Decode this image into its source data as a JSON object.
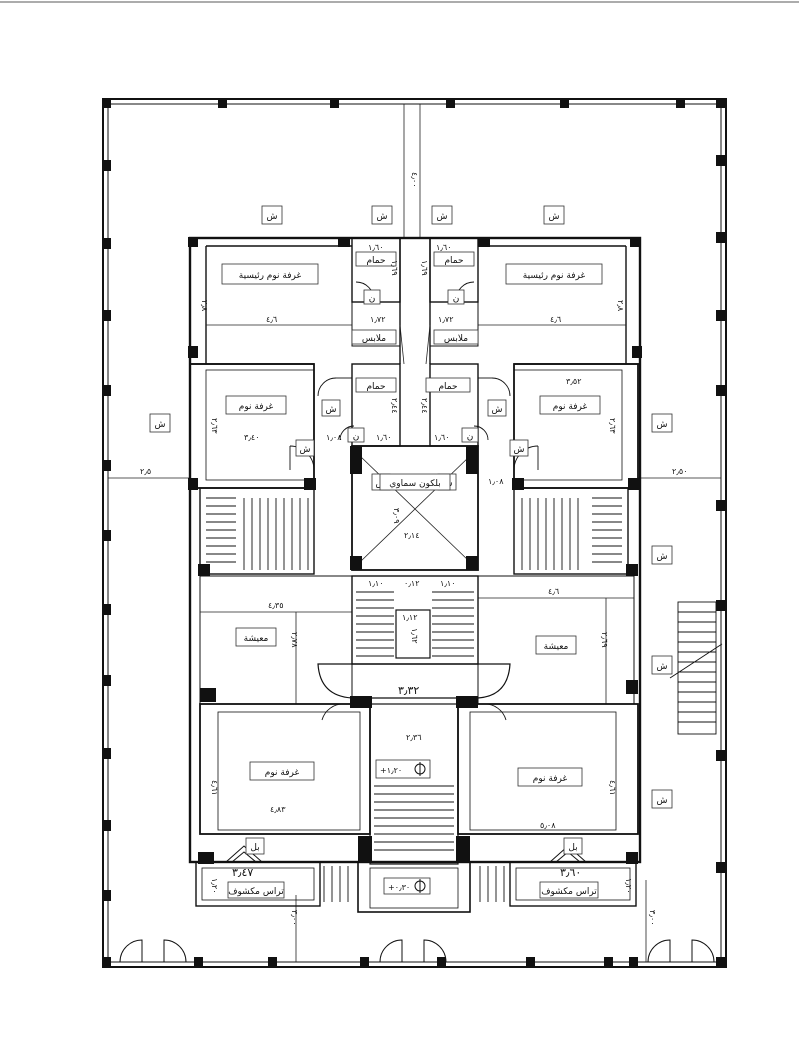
{
  "rooms": {
    "master_left": "غرفة نوم رئيسية",
    "master_right": "غرفة نوم رئيسية",
    "bed_mid_left": "غرفة نوم",
    "bed_mid_right": "غرفة نوم",
    "bed_low_left": "غرفة نوم",
    "bed_low_right": "غرفة نوم",
    "living_left": "معيشة",
    "living_right": "معيشة",
    "bath_top_left": "حمام",
    "bath_top_right": "حمام",
    "bath_mid_left": "حمام",
    "bath_mid_right": "حمام",
    "dress_left": "ملابس",
    "dress_right": "ملابس",
    "skylight": "بلكون سماوي",
    "terrace_left": "تراس مكشوف",
    "terrace_right": "تراس مكشوف"
  },
  "dimensions": {
    "top_depth": "٤٫٠٠",
    "left_side": "٢٫٥",
    "right_side": "٢٫٥٠",
    "master_w_left": "٤٫٦",
    "master_w_right": "٤٫٦",
    "master_h_left": "٢٫٨",
    "master_h_right": "٢٫٨",
    "dress_w_left": "١٫٧٢",
    "dress_w_right": "١٫٧٢",
    "bath_top_w_left": "١٫٦٠",
    "bath_top_w_right": "١٫٦٠",
    "bath_top_h_left": "١٫٦٩",
    "bath_top_h_right": "١٫٦٩",
    "bath_mid_h_left": "٢٫٤٤",
    "bath_mid_h_right": "٢٫٤٤",
    "bath_mid_w_left": "١٫٦٠",
    "bath_mid_w_right": "١٫٦٠",
    "bed_mid_w_left": "٣٫٤٠",
    "bed_mid_w_right": "٣٫٥٢",
    "bed_mid_h_left": "٢٫٦٣",
    "bed_mid_h_right": "٢٫٦٣",
    "door_left": "١٫٠٨",
    "door_right": "١٫٠٨",
    "shaft_h": "٣٫٠٩",
    "shaft_w": "٢٫١٤",
    "stair_w_a": "١٫١٠",
    "stair_w_b": "٠٫١٢",
    "stair_w_c": "١٫١٠",
    "stair_mid_w": "١٫١٢",
    "stair_mid_h": "١٫٦٢",
    "living_w_left": "٤٫٣٥",
    "living_w_right": "٤٫٦",
    "living_h_left": "٢٫٧٨",
    "living_h_right": "٢٫٦٩",
    "hall_w": "٣٫٣٢",
    "corridor_w": "٢٫٣٦",
    "bed_low_w_left": "٤٫٨٣",
    "bed_low_w_right": "٥٫٠٨",
    "bed_low_h_left": "٤٫٦١",
    "bed_low_h_right": "٤٫٦١",
    "terrace_w_left": "٣٫٤٧",
    "terrace_w_right": "٣٫٦٠",
    "terrace_h_left": "١٫٢٠",
    "terrace_h_right": "١٫٢٠",
    "bottom_depth": "٣٫٠٠",
    "bottom_right_depth": "٣٫٠٠"
  },
  "levels": {
    "upper": "+١٫٢٠",
    "lower": "+٠٫٣٠"
  },
  "markers": {
    "window": "ش",
    "bath_window": "ن",
    "balcony": "بل"
  },
  "colors": {
    "line": "#111111",
    "background": "#ffffff"
  }
}
